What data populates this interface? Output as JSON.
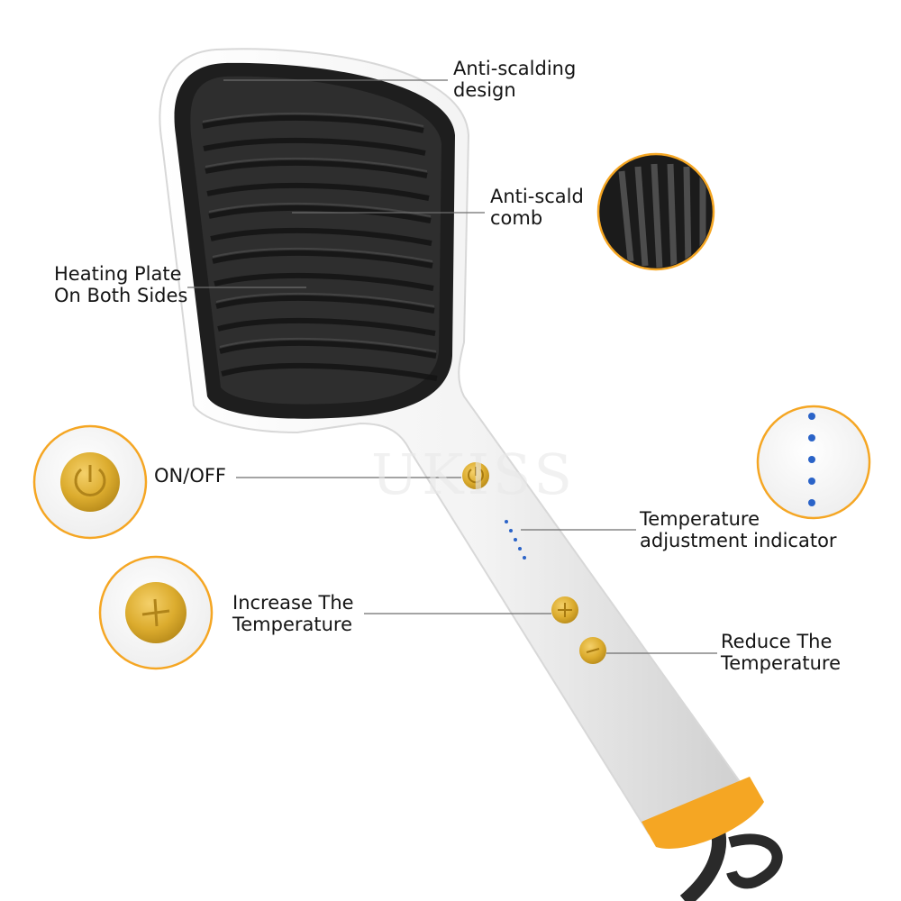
{
  "labels": {
    "anti_scalding_design": [
      "Anti-scalding",
      "design"
    ],
    "anti_scald_comb": [
      "Anti-scald",
      "comb"
    ],
    "heating_plate": [
      "Heating Plate",
      "On Both Sides"
    ],
    "on_off": "ON/OFF",
    "temperature_indicator": [
      "Temperature",
      "adjustment indicator"
    ],
    "increase_temperature": [
      "Increase The",
      "Temperature"
    ],
    "reduce_temperature": [
      "Reduce The",
      "Temperature"
    ]
  },
  "watermark": "UKISS",
  "colors": {
    "body": "#f4f4f4",
    "comb": "#1e1e1e",
    "button_gold": "#dcac2e",
    "accent_orange": "#f5a623",
    "indicator_blue": "#2a63c8",
    "leader_line": "#6e6e6e"
  },
  "icons": {
    "on_off": "power-icon",
    "increase": "plus-icon",
    "reduce": "minus-icon"
  }
}
